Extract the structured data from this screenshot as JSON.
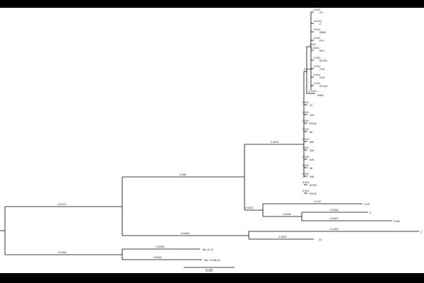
{
  "tree": {
    "branch_labels": {
      "root_top": "0.0474",
      "root_bottom": "0.0306",
      "mid_to_upper": "0.046",
      "mid_to_lower": "0.0466",
      "upper_to_clade": "0.0402",
      "upper_to_small": "0.0201",
      "clade_subclade": "0.0067",
      "subclade_top": "0.001",
      "subclade_lower": "0.0012",
      "small_inner": "0.0258",
      "small_leaf": "0.147",
      "lower_long": "0.1053",
      "lower_short": "0.0502",
      "bottom_leaf_a": "0.0596",
      "bottom_leaf_b": "0.0545",
      "inner_a": "0.0408",
      "inner_b": "0.0667"
    },
    "leaves": {
      "z3": "Z3",
      "sl1": "Z",
      "sl2": "SB60",
      "sl3": "PV7",
      "sl4": "BG7",
      "sl5": "WV1A",
      "sl6": "SVE",
      "sl7": "SVE",
      "sl8": "SV11A",
      "sl9": "WM2",
      "c1": "12",
      "c2": "243",
      "c3": "RD36",
      "c4": "36",
      "c5": "265",
      "c6": "256",
      "c7": "345",
      "c8": "36",
      "c9": "246",
      "c10": "WV30",
      "c11": "RD39",
      "x737": "X737",
      "x2": "2",
      "fn28": "Fn28",
      "long": "1",
      "l22": "22",
      "tan": "Tan 11 11",
      "tae": "Tae: 73-68-25"
    },
    "leaf_values": {
      "z3": "0.001",
      "sl1": "0.0011",
      "sl2": "0.001",
      "sl3": "0.001",
      "sl4": "0.0026",
      "sl5": "0.002",
      "sl6": "0.001",
      "sl7": "0.001",
      "sl8": "0.001",
      "sl9": "0.0012",
      "c1": "0.001",
      "c2": "0.001",
      "c3": "0.001",
      "c4": "0.001",
      "c5": "0.001",
      "c6": "0.001",
      "c7": "0.001",
      "c8": "0.001",
      "c9": "0.001",
      "c10": "0.001",
      "c11": "0.001"
    },
    "scale_bar_label": "0.09"
  }
}
